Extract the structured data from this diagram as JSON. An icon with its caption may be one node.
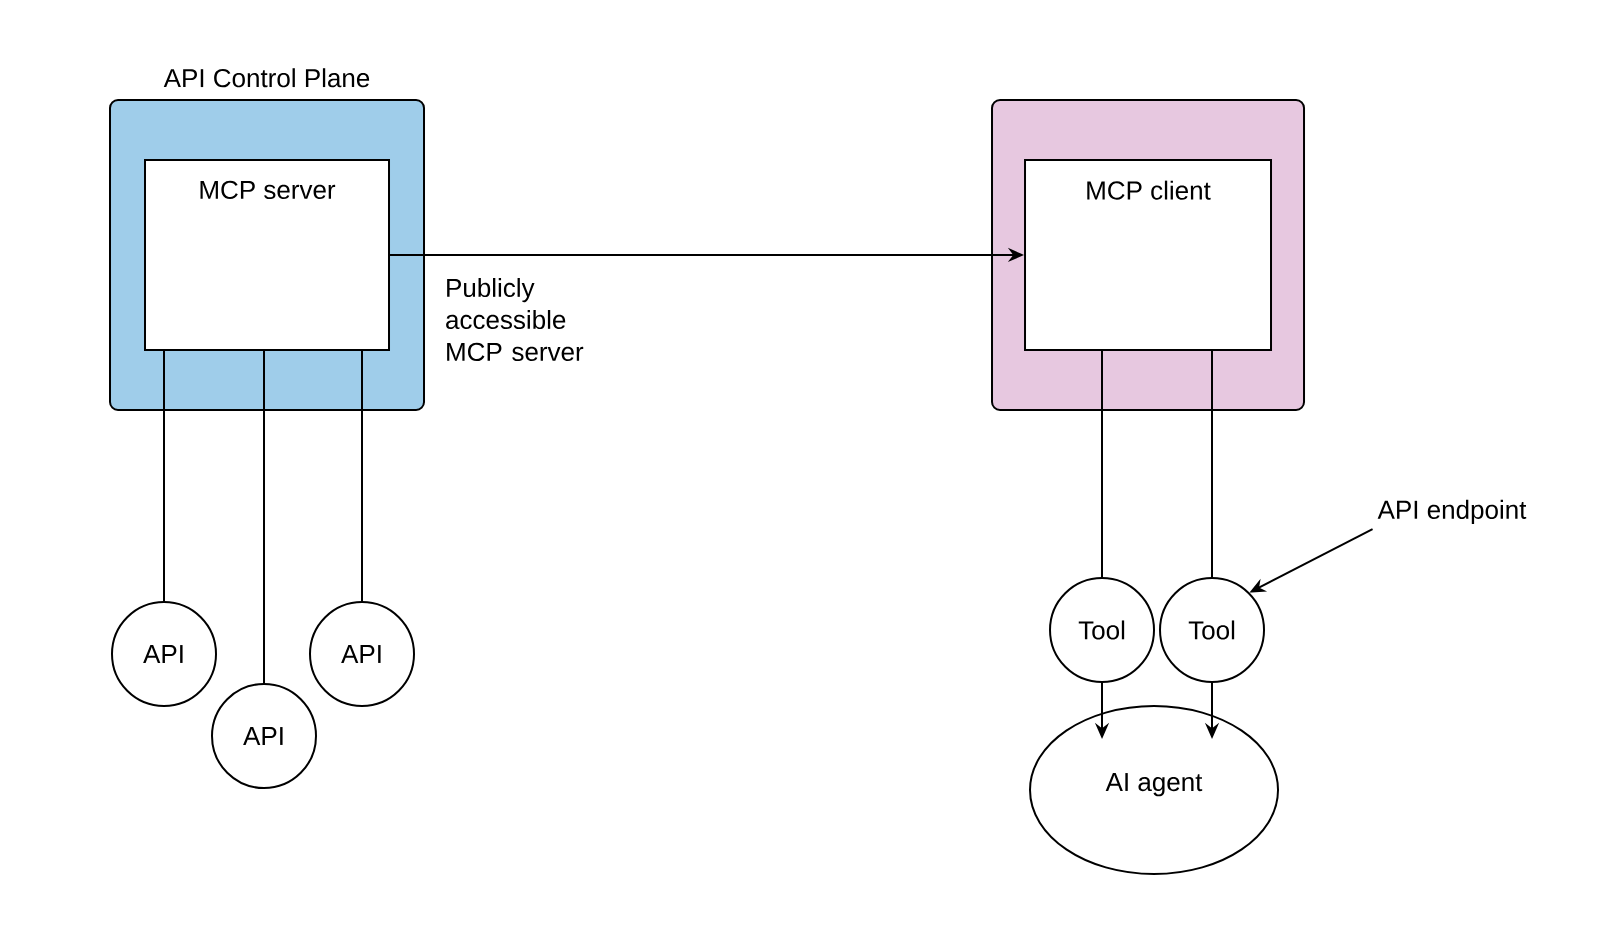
{
  "diagram": {
    "nodes": [
      {
        "text": [
          "API Control Plane"
        ]
      },
      {
        "text": [
          "MCP server"
        ],
        "in": 0
      },
      {
        "text": [],
        "shape": "box"
      },
      {
        "text": [
          "MCP client"
        ],
        "in": 2
      },
      {
        "text": [
          "API"
        ]
      },
      {
        "text": [
          "API"
        ]
      },
      {
        "text": [
          "API"
        ]
      },
      {
        "text": [
          "Tool"
        ]
      },
      {
        "text": [
          "Tool"
        ]
      },
      {
        "text": [
          "AI agent"
        ]
      },
      {
        "text": [
          "API endpoint"
        ]
      }
    ],
    "edges": [
      {
        "from": 1,
        "to": 3,
        "arrow": "to",
        "label": "Publicly accessible MCP server"
      },
      {
        "from": 1,
        "to": 4,
        "arrow": "none"
      },
      {
        "from": 1,
        "to": 5,
        "arrow": "none"
      },
      {
        "from": 1,
        "to": 6,
        "arrow": "none"
      },
      {
        "from": 3,
        "to": 7,
        "arrow": "none"
      },
      {
        "from": 3,
        "to": 8,
        "arrow": "none"
      },
      {
        "from": 7,
        "to": 9,
        "arrow": "to"
      },
      {
        "from": 8,
        "to": 9,
        "arrow": "to"
      },
      {
        "from": 10,
        "to": 8,
        "arrow": "to"
      }
    ]
  }
}
